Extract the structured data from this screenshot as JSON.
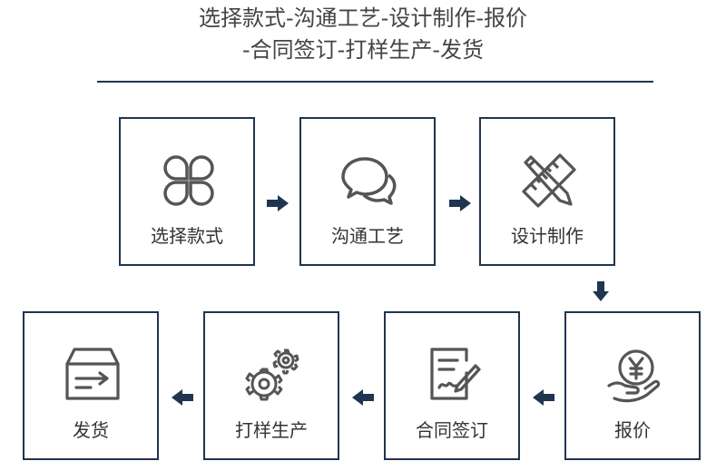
{
  "header": {
    "line1": "选择款式-沟通工艺-设计制作-报价",
    "line2": "-合同签订-打样生产-发货"
  },
  "steps": [
    {
      "label": "选择款式",
      "icon": "four-petal-grid-icon"
    },
    {
      "label": "沟通工艺",
      "icon": "chat-bubbles-icon"
    },
    {
      "label": "设计制作",
      "icon": "pencil-ruler-icon"
    },
    {
      "label": "报价",
      "icon": "yen-coin-hand-icon"
    },
    {
      "label": "合同签订",
      "icon": "contract-sign-icon"
    },
    {
      "label": "打样生产",
      "icon": "gears-icon"
    },
    {
      "label": "发货",
      "icon": "delivery-box-icon"
    }
  ],
  "colors": {
    "border": "#1f3550",
    "arrow": "#1f3550",
    "icon": "#555555",
    "text": "#333333"
  }
}
